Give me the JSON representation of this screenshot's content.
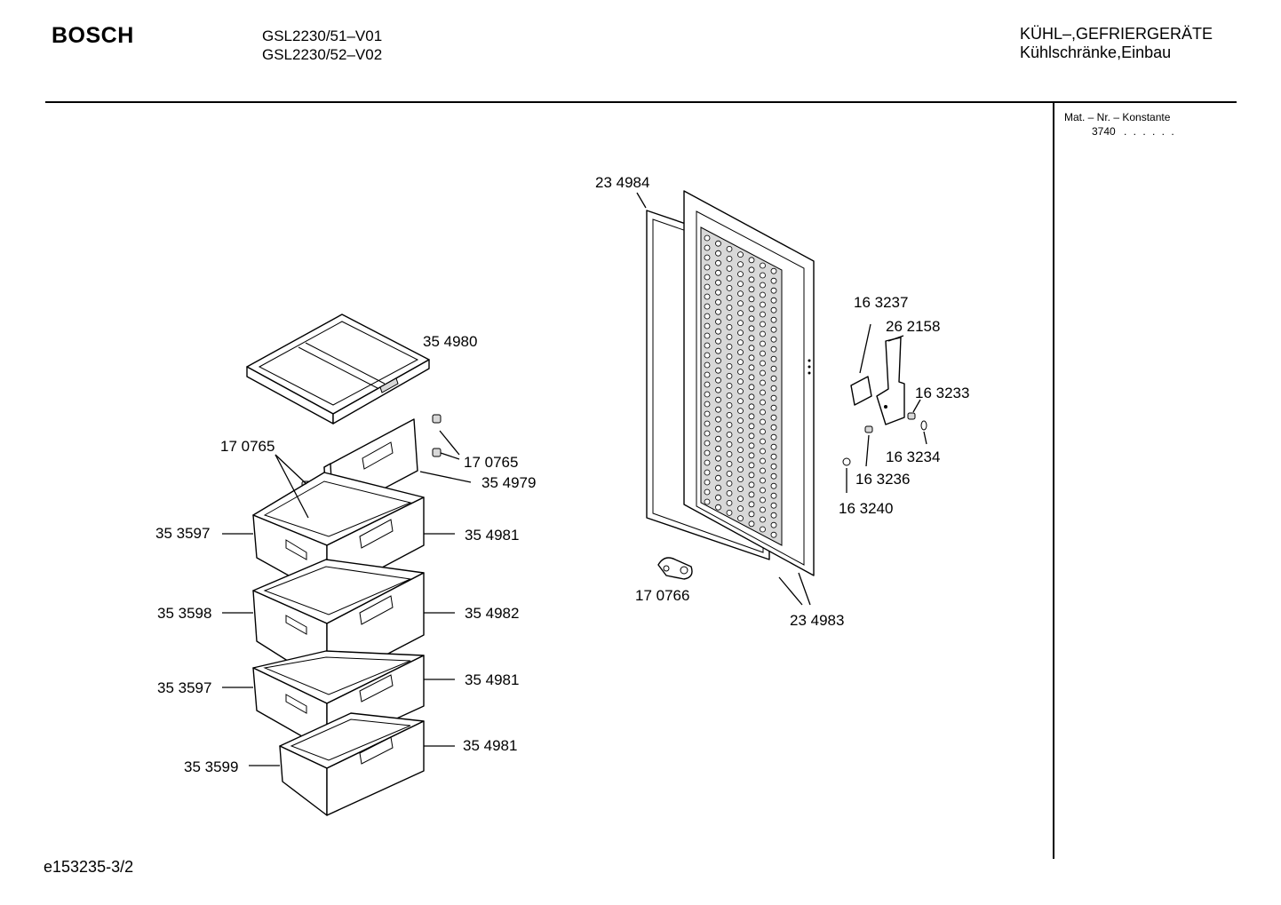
{
  "header": {
    "brand": "BOSCH",
    "models": [
      "GSL2230/51–V01",
      "GSL2230/52–V02"
    ],
    "category_line1": "KÜHL–,GEFRIERGERÄTE",
    "category_line2": "Kühlschränke,Einbau"
  },
  "sidebar": {
    "mat_label": "Mat. – Nr. – Konstante",
    "mat_value": "3740",
    "mat_dots": ". . . . . ."
  },
  "footer": {
    "doc_id": "e153235-3/2"
  },
  "parts": {
    "p354980": "35 4980",
    "p170765_left": "17 0765",
    "p170765_right": "17 0765",
    "p354979": "35 4979",
    "p353597_top": "35 3597",
    "p354981_top": "35 4981",
    "p353598": "35 3598",
    "p354982": "35 4982",
    "p353597_mid": "35 3597",
    "p354981_mid": "35 4981",
    "p354981_low": "35 4981",
    "p353599": "35 3599",
    "p234984": "23 4984",
    "p234983": "23 4983",
    "p170766": "17 0766",
    "p163237": "16 3237",
    "p262158": "26 2158",
    "p163233": "16 3233",
    "p163234": "16 3234",
    "p163236": "16 3236",
    "p163240": "16 3240"
  }
}
